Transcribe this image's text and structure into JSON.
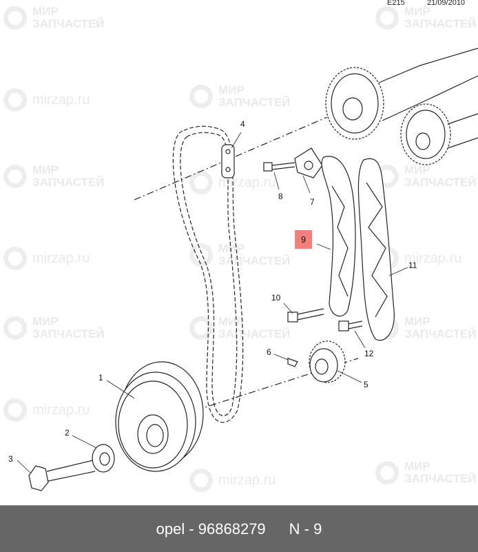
{
  "header": {
    "code": "E215",
    "date": "21/09/2010"
  },
  "watermark": {
    "brand_line1": "МИР",
    "brand_line2": "ЗАПЧАСТЕЙ",
    "url": "mirzap.ru"
  },
  "callouts": [
    "1",
    "2",
    "3",
    "4",
    "5",
    "6",
    "7",
    "8",
    "9",
    "10",
    "11",
    "12"
  ],
  "highlighted_callout": "9",
  "highlight_color": "#f47f7f",
  "footer": {
    "part": "opel - 96868279",
    "position": "N - 9"
  }
}
